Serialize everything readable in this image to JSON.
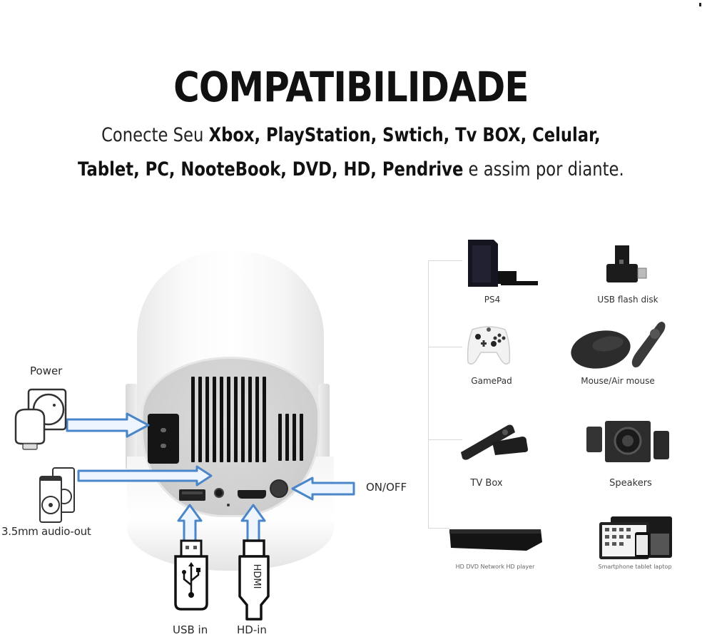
{
  "header": {
    "title": "COMPATIBILIDADE",
    "subtitle_line1": {
      "prefix": "Conecte Seu ",
      "bold": "Xbox, PlayStation, Swtich, Tv BOX,  Celular,"
    },
    "subtitle_line2": {
      "bold": "Tablet, PC, NooteBook, DVD, HD, Pendrive",
      "suffix": " e assim por diante."
    }
  },
  "projector": {
    "ports": {
      "power": "Power",
      "audio": "3.5mm audio-out",
      "onoff": "ON/OFF",
      "usb": "USB in",
      "hdmi": "HD-in",
      "hdmi_plug_text": "HDMI"
    },
    "arrow_color": "#4a86c8"
  },
  "devices": [
    {
      "label": "PS4",
      "icon": "game-console-icon"
    },
    {
      "label": "USB flash disk",
      "icon": "usb-flash-disk-icon"
    },
    {
      "label": "GamePad",
      "icon": "gamepad-icon"
    },
    {
      "label": "Mouse/Air mouse",
      "icon": "mouse-icon"
    },
    {
      "label": "TV Box",
      "icon": "tv-box-icon"
    },
    {
      "label": "Speakers",
      "icon": "speakers-icon"
    },
    {
      "label": "HD DVD Network HD player",
      "icon": "dvd-player-icon"
    },
    {
      "label": "Smartphone tablet laptop",
      "icon": "tablet-phone-icon"
    }
  ]
}
